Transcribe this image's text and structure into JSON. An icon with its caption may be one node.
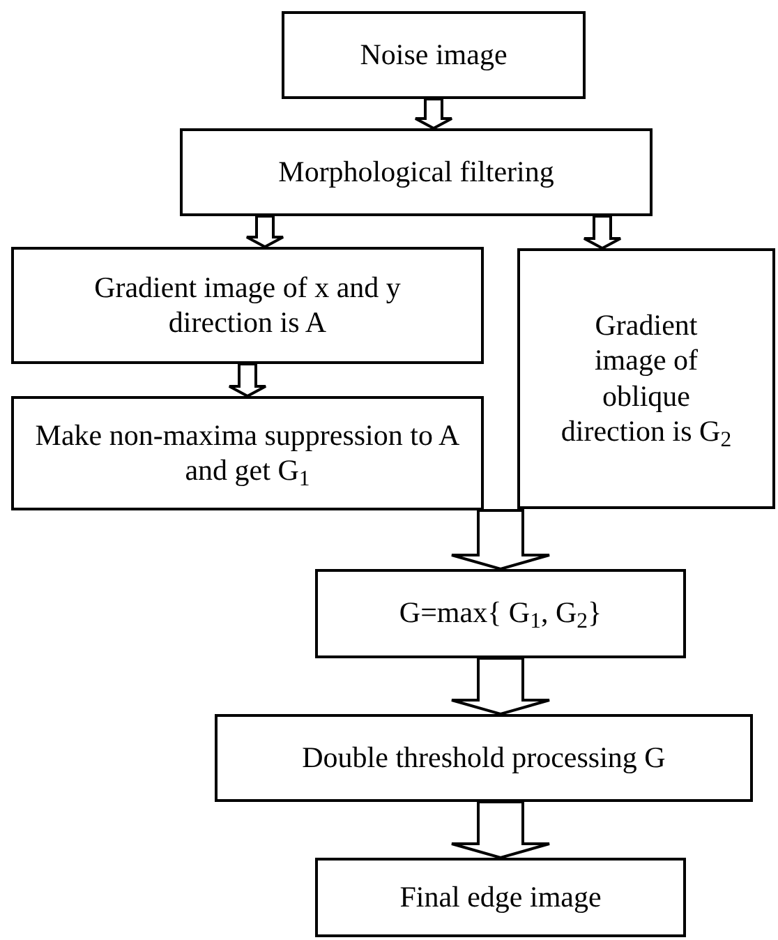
{
  "diagram": {
    "nodes": [
      {
        "text": [
          "Noise image"
        ]
      },
      {
        "text": [
          "Morphological filtering"
        ]
      },
      {
        "text": [
          "Gradient image of x and y direction is A"
        ]
      },
      {
        "text": [
          "Make non-maxima suppression to A and get G$_{1}$"
        ]
      },
      {
        "text": [
          "Gradient image of oblique direction is G$_{2}$"
        ]
      },
      {
        "text": [
          "G=max{ G$_{1}$, G$_{2}$}"
        ]
      },
      {
        "text": [
          "Double threshold processing G"
        ]
      },
      {
        "text": [
          "Final edge image"
        ]
      }
    ],
    "edges": [
      {
        "from": 0,
        "to": 1,
        "arrow": "to"
      },
      {
        "from": 1,
        "to": 2,
        "arrow": "to"
      },
      {
        "from": 1,
        "to": 4,
        "arrow": "to"
      },
      {
        "from": 2,
        "to": 3,
        "arrow": "to"
      },
      {
        "from": 3,
        "to": 5,
        "arrow": "to"
      },
      {
        "from": 4,
        "to": 5,
        "arrow": "to"
      },
      {
        "from": 5,
        "to": 6,
        "arrow": "to"
      },
      {
        "from": 6,
        "to": 7,
        "arrow": "to"
      }
    ]
  }
}
